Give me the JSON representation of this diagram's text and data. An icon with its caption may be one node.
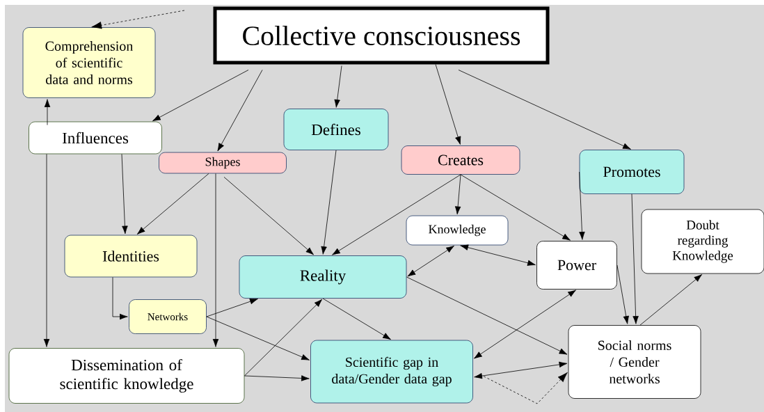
{
  "diagram": {
    "nodes": [
      {
        "text": [
          "Collective consciousness"
        ]
      },
      {
        "text": [
          "Comprehension of scientific data and norms"
        ]
      },
      {
        "text": [
          "Influences"
        ]
      },
      {
        "text": [
          "Shapes"
        ]
      },
      {
        "text": [
          "Defines"
        ]
      },
      {
        "text": [
          "Creates"
        ]
      },
      {
        "text": [
          "Promotes"
        ]
      },
      {
        "text": [
          "Knowledge"
        ]
      },
      {
        "text": [
          "Identities"
        ]
      },
      {
        "text": [
          "Reality"
        ]
      },
      {
        "text": [
          "Power"
        ]
      },
      {
        "text": [
          "Doubt regarding Knowledge"
        ]
      },
      {
        "text": [
          "Networks"
        ]
      },
      {
        "text": [
          "Dissemination of scientific knowledge"
        ]
      },
      {
        "text": [
          "Scientific gap in data/Gender data gap"
        ]
      },
      {
        "text": [
          "Social norms / Gender networks"
        ]
      }
    ],
    "edges": [
      {
        "from": 0,
        "to": 2,
        "arrow": "to"
      },
      {
        "from": 0,
        "to": 3,
        "arrow": "to"
      },
      {
        "from": 0,
        "to": 4,
        "arrow": "to"
      },
      {
        "from": 0,
        "to": 5,
        "arrow": "to"
      },
      {
        "from": 0,
        "to": 6,
        "arrow": "to"
      },
      {
        "from": null,
        "to": 1,
        "arrow": "to",
        "style": "dashed"
      },
      {
        "from": 2,
        "to": 1,
        "arrow": "to"
      },
      {
        "from": 2,
        "to": 8,
        "arrow": "to"
      },
      {
        "from": 2,
        "to": 13,
        "arrow": "to"
      },
      {
        "from": 3,
        "to": 8,
        "arrow": "to"
      },
      {
        "from": 3,
        "to": 9,
        "arrow": "to"
      },
      {
        "from": 3,
        "to": 13,
        "arrow": "to"
      },
      {
        "from": 4,
        "to": 9,
        "arrow": "to"
      },
      {
        "from": 5,
        "to": 7,
        "arrow": "to"
      },
      {
        "from": 5,
        "to": 9,
        "arrow": "to"
      },
      {
        "from": 5,
        "to": 10,
        "arrow": "to"
      },
      {
        "from": 6,
        "to": 10,
        "arrow": "to"
      },
      {
        "from": 6,
        "to": 15,
        "arrow": "to"
      },
      {
        "from": 8,
        "to": 12,
        "arrow": "to"
      },
      {
        "from": 12,
        "to": 9,
        "arrow": "to"
      },
      {
        "from": 12,
        "to": 14,
        "arrow": "to"
      },
      {
        "from": 13,
        "to": 9,
        "arrow": "to"
      },
      {
        "from": 13,
        "to": 14,
        "arrow": "to"
      },
      {
        "from": 9,
        "to": 7,
        "arrow": "both"
      },
      {
        "from": 7,
        "to": 10,
        "arrow": "both"
      },
      {
        "from": 9,
        "to": 15,
        "arrow": "to"
      },
      {
        "from": 9,
        "to": 14,
        "arrow": "to"
      },
      {
        "from": 10,
        "to": 15,
        "arrow": "to"
      },
      {
        "from": 15,
        "to": 11,
        "arrow": "to"
      },
      {
        "from": 14,
        "to": 10,
        "arrow": "both"
      },
      {
        "from": 15,
        "to": 14,
        "arrow": "both"
      },
      {
        "from": 14,
        "to": 15,
        "arrow": "to",
        "style": "dashed"
      }
    ]
  }
}
